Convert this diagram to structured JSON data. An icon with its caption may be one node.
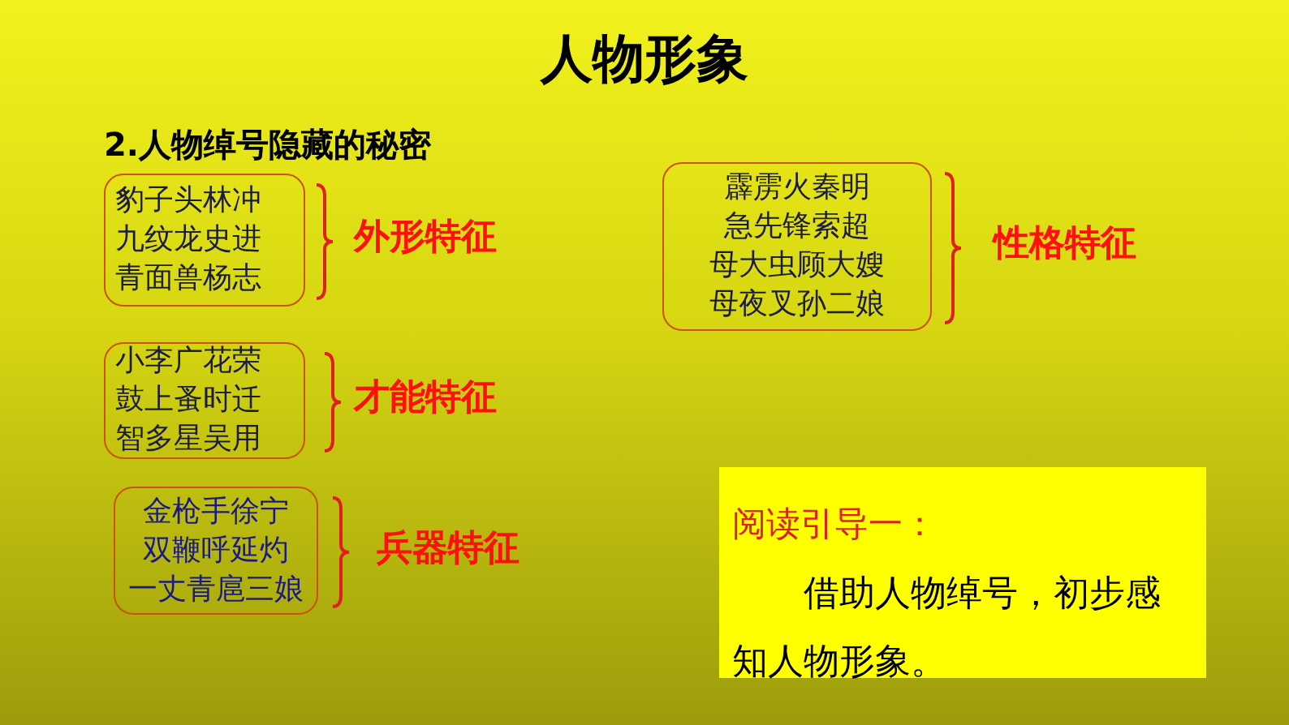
{
  "diagram": {
    "title": "人物形象",
    "nodes": [
      {
        "text": [
          "豹子头林冲",
          "九纹龙史进",
          "青面兽杨志"
        ],
        "beside": [
          "外形特征"
        ]
      },
      {
        "text": [
          "小李广花荣",
          "鼓上蚤时迁",
          "智多星吴用"
        ],
        "beside": [
          "才能特征"
        ]
      },
      {
        "text": [
          "金枪手徐宁",
          "双鞭呼延灼",
          "一丈青扈三娘"
        ],
        "beside": [
          "兵器特征"
        ]
      },
      {
        "text": [
          "霹雳火秦明",
          "急先锋索超",
          "母大虫顾大嫂",
          "母夜叉孙二娘"
        ],
        "beside": [
          "性格特征"
        ]
      },
      {
        "text": [
          "阅读引导一：",
          "借助人物绰号，初步感知人物形象。"
        ]
      }
    ],
    "edges": [],
    "labels": [
      "2.人物绰号隐藏的秘密"
    ]
  }
}
